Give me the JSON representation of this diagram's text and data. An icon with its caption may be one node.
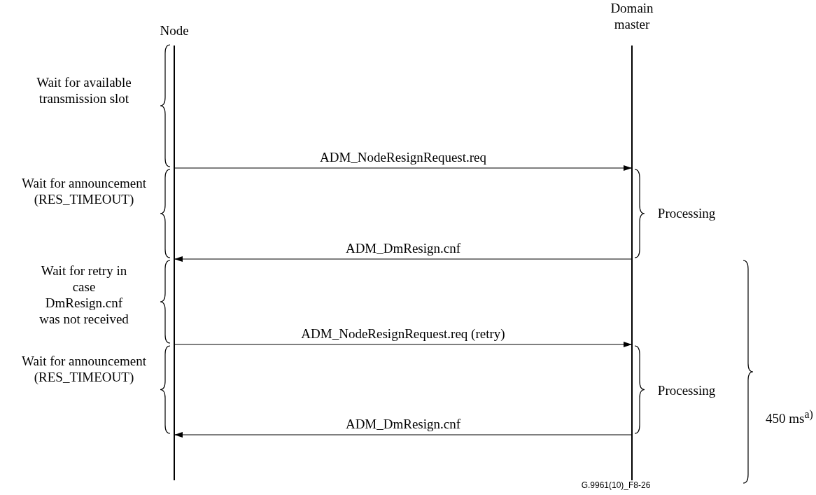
{
  "diagram": {
    "nodes": [
      {
        "text": [
          "Node"
        ]
      },
      {
        "text": [
          "Domain master"
        ]
      }
    ],
    "edges": [
      {
        "from": 0,
        "to": 1,
        "arrow": "to",
        "label": "ADM_NodeResignRequest.req"
      },
      {
        "from": 1,
        "to": 0,
        "arrow": "to",
        "label": "ADM_DmResign.cnf"
      },
      {
        "from": 0,
        "to": 1,
        "arrow": "to",
        "label": "ADM_NodeResignRequest.req (retry)"
      },
      {
        "from": 1,
        "to": 0,
        "arrow": "to",
        "label": "ADM_DmResign.cnf"
      }
    ],
    "labels": [
      "Wait for available transmission slot",
      "Wait for announcement (RES_TIMEOUT)",
      "Processing",
      "Wait for retry in case DmResign.cnf was not received",
      "450 ms$^{a)}$",
      "Wait for announcement (RES_TIMEOUT)",
      "Processing",
      "G.9961(10)_F8-26"
    ]
  }
}
